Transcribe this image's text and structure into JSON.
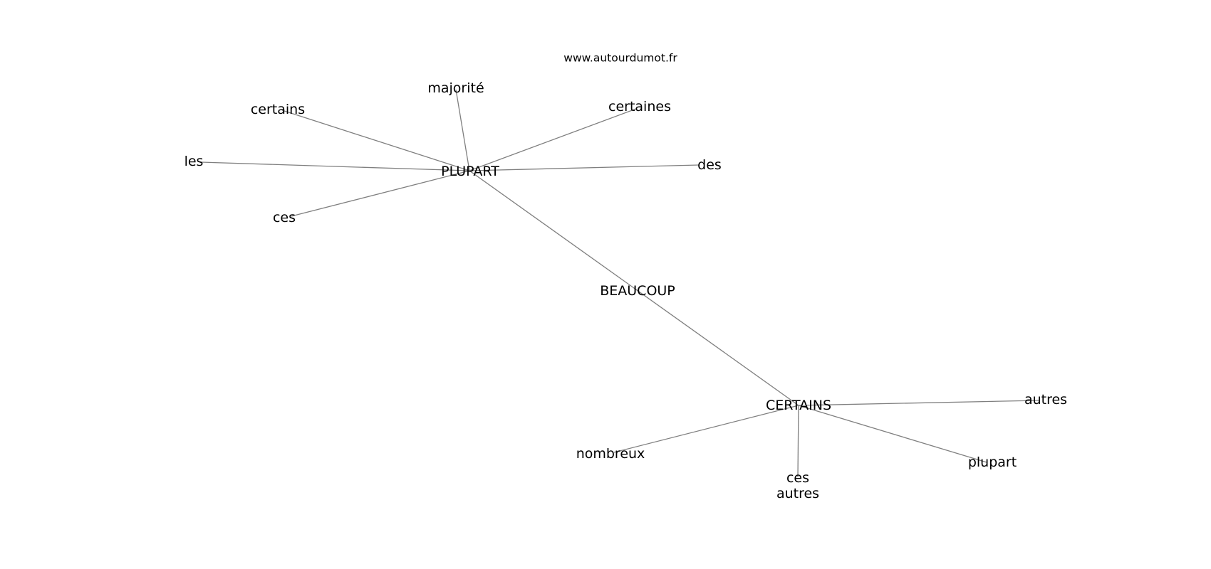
{
  "source_label": "www.autourdumot.fr",
  "nodes": [
    {
      "id": "PLUPART",
      "label": [
        "PLUPART"
      ],
      "hub": true
    },
    {
      "id": "BEAUCOUP",
      "label": [
        "BEAUCOUP"
      ],
      "hub": true
    },
    {
      "id": "CERTAINS",
      "label": [
        "CERTAINS"
      ],
      "hub": true
    },
    {
      "id": "majorite",
      "label": [
        "majorité"
      ]
    },
    {
      "id": "certains",
      "label": [
        "certains"
      ]
    },
    {
      "id": "certaines",
      "label": [
        "certaines"
      ]
    },
    {
      "id": "les",
      "label": [
        "les"
      ]
    },
    {
      "id": "des",
      "label": [
        "des"
      ]
    },
    {
      "id": "ces",
      "label": [
        "ces"
      ]
    },
    {
      "id": "autres",
      "label": [
        "autres"
      ]
    },
    {
      "id": "nombreux",
      "label": [
        "nombreux"
      ]
    },
    {
      "id": "plupart",
      "label": [
        "plupart"
      ]
    },
    {
      "id": "ces_autres",
      "label": [
        "ces",
        "autres"
      ]
    }
  ],
  "edges": [
    [
      "PLUPART",
      "majorite"
    ],
    [
      "PLUPART",
      "certains"
    ],
    [
      "PLUPART",
      "certaines"
    ],
    [
      "PLUPART",
      "les"
    ],
    [
      "PLUPART",
      "des"
    ],
    [
      "PLUPART",
      "ces"
    ],
    [
      "PLUPART",
      "CERTAINS"
    ],
    [
      "CERTAINS",
      "autres"
    ],
    [
      "CERTAINS",
      "nombreux"
    ],
    [
      "CERTAINS",
      "plupart"
    ],
    [
      "CERTAINS",
      "ces_autres"
    ]
  ]
}
